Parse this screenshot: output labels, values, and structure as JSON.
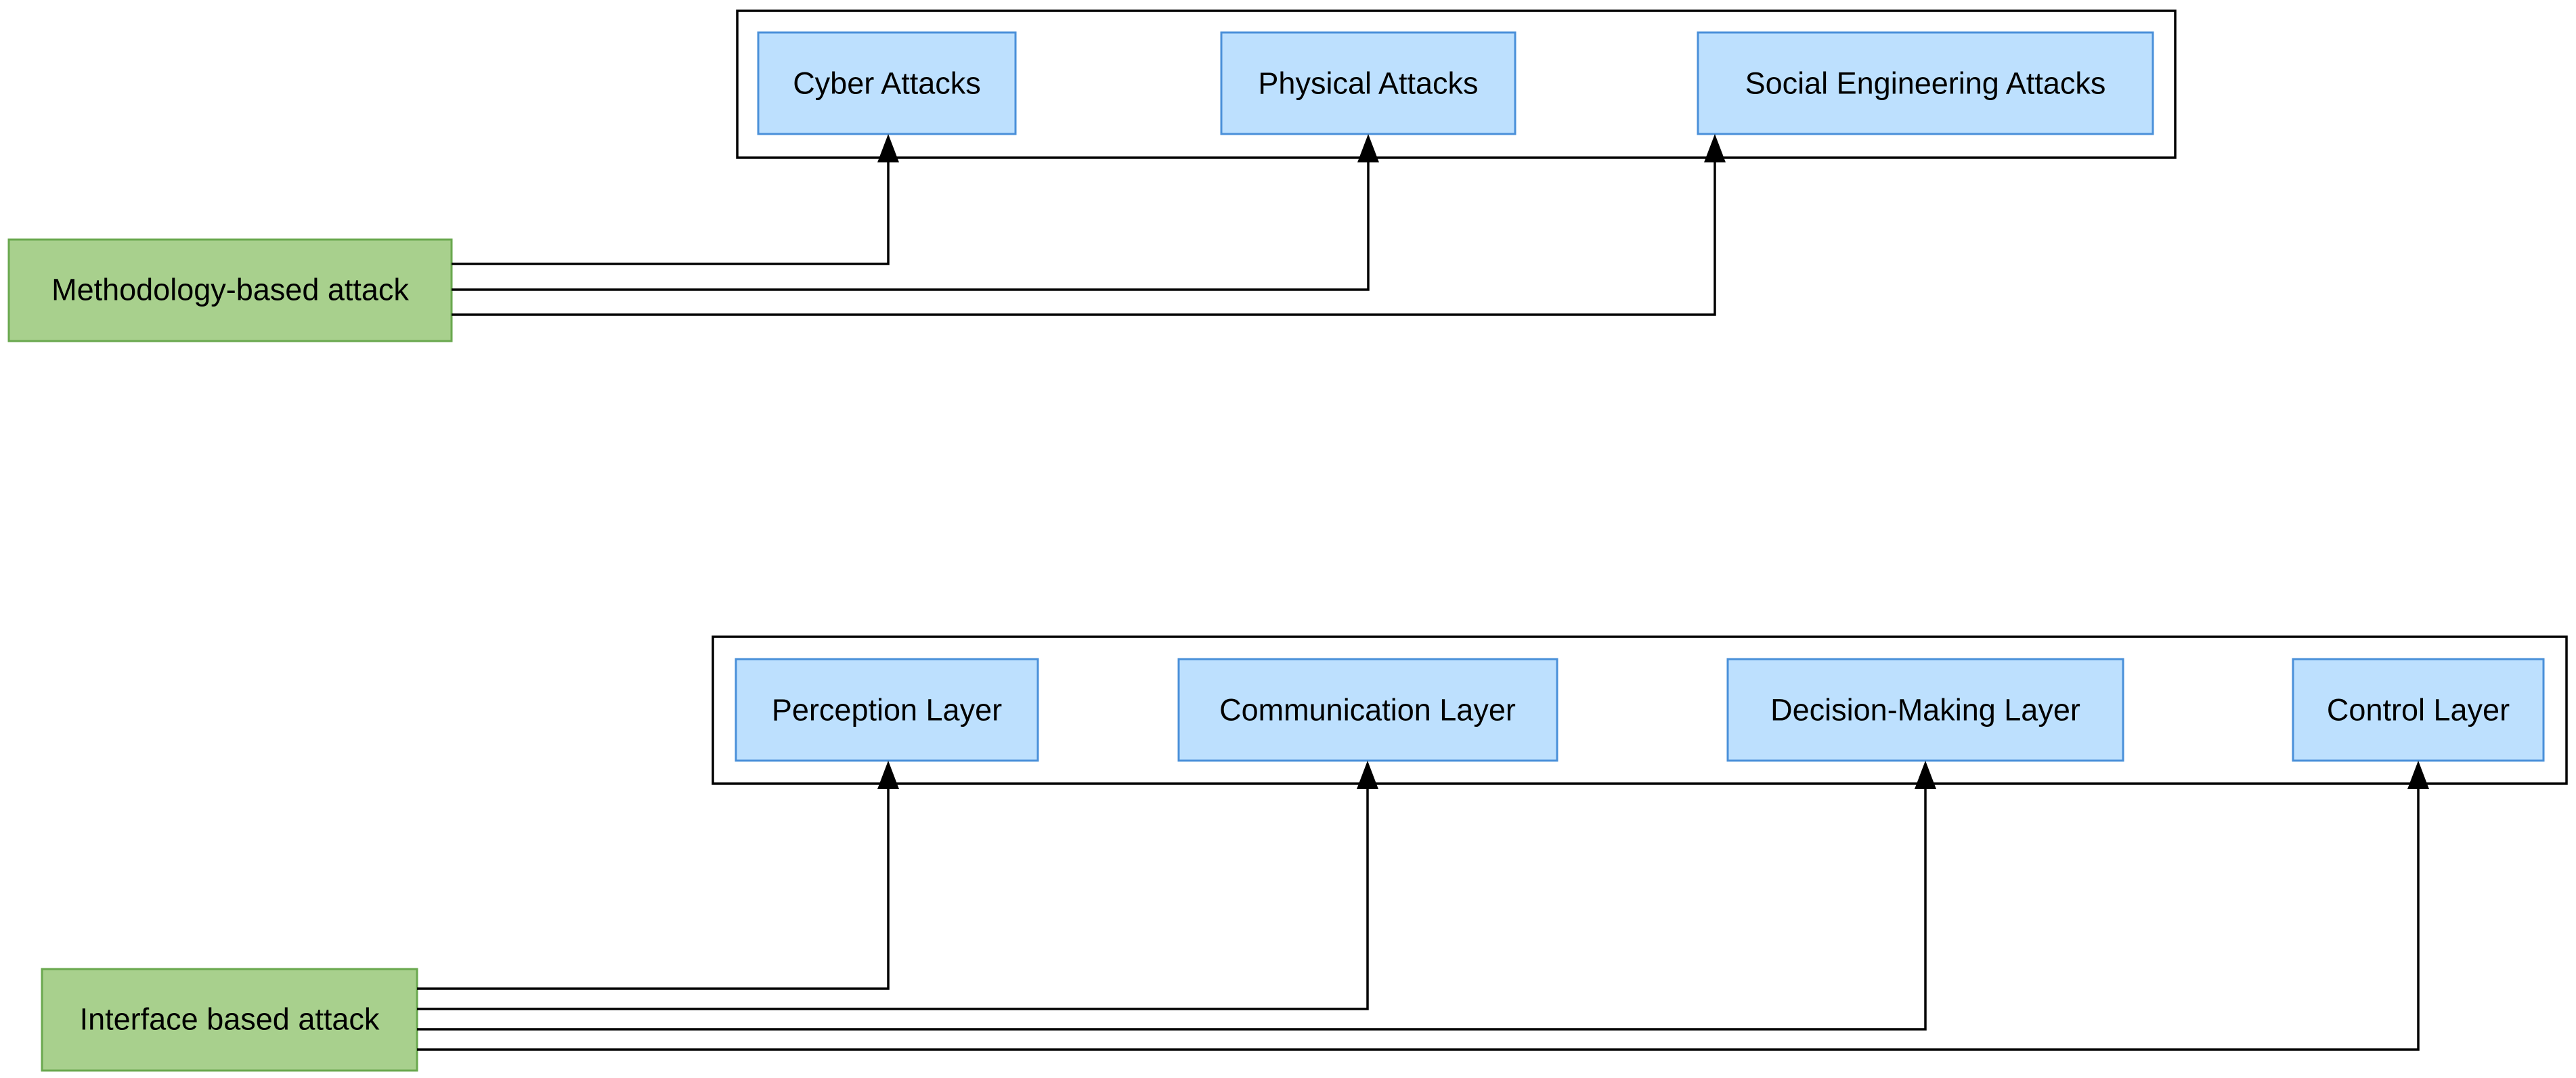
{
  "diagram": {
    "type": "hierarchy",
    "colors": {
      "source_fill": "#a8d08d",
      "source_stroke": "#6aa84f",
      "target_fill": "#bde0fe",
      "target_stroke": "#4a90d9",
      "line": "#000000"
    },
    "groups": [
      {
        "id": "methodology",
        "source": {
          "id": "methodology-src",
          "label": "Methodology-based attack"
        },
        "targets": [
          {
            "id": "cyber",
            "label": "Cyber Attacks"
          },
          {
            "id": "physical",
            "label": "Physical Attacks"
          },
          {
            "id": "social",
            "label": "Social Engineering Attacks"
          }
        ]
      },
      {
        "id": "interface",
        "source": {
          "id": "interface-src",
          "label": "Interface based attack"
        },
        "targets": [
          {
            "id": "perception",
            "label": "Perception Layer"
          },
          {
            "id": "communication",
            "label": "Communication Layer"
          },
          {
            "id": "decision",
            "label": "Decision-Making Layer"
          },
          {
            "id": "control",
            "label": "Control Layer"
          }
        ]
      }
    ],
    "edges": [
      {
        "from": "methodology-src",
        "to": "cyber"
      },
      {
        "from": "methodology-src",
        "to": "physical"
      },
      {
        "from": "methodology-src",
        "to": "social"
      },
      {
        "from": "interface-src",
        "to": "perception"
      },
      {
        "from": "interface-src",
        "to": "communication"
      },
      {
        "from": "interface-src",
        "to": "decision"
      },
      {
        "from": "interface-src",
        "to": "control"
      }
    ]
  }
}
